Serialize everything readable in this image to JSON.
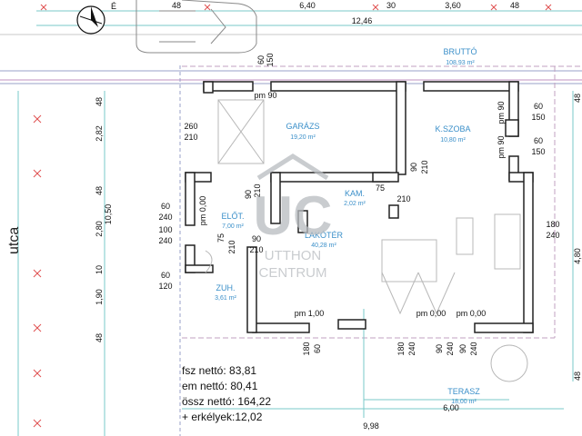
{
  "street": "utca",
  "north": "É",
  "rooms": {
    "brutto": {
      "name": "BRUTTÓ",
      "area": "108,93 m²"
    },
    "garazs": {
      "name": "GARÁZS",
      "area": "19,20 m²"
    },
    "kszoba": {
      "name": "K.SZOBA",
      "area": "10,80 m²"
    },
    "kam": {
      "name": "KAM.",
      "area": "2,02 m²"
    },
    "elot": {
      "name": "ELŐT.",
      "area": "7,00 m²"
    },
    "lakoter": {
      "name": "LAKÓTÉR",
      "area": "40,28 m²"
    },
    "zuh": {
      "name": "ZUH.",
      "area": "3,61 m²"
    },
    "terasz": {
      "name": "TERASZ",
      "area": "18,00 m²"
    }
  },
  "top_dims": [
    "48",
    "6,40",
    "30",
    "3,60",
    "48",
    "12,46"
  ],
  "left_dims": [
    "48",
    "2,82",
    "48",
    "2,80",
    "10,50",
    "10",
    "1,90",
    "48"
  ],
  "right_dims": [
    "48",
    "4,80",
    "48"
  ],
  "bottom_dims": [
    "6,00",
    "9,98"
  ],
  "openings": {
    "pm90_top": "pm 90",
    "d60_150": "60",
    "d150_top": "150",
    "d260": "260",
    "d210_a": "210",
    "d90_a": "90",
    "d210_b": "210",
    "pm090": "pm 0,00",
    "d60_a": "60",
    "d240_a": "240",
    "d100": "100",
    "d240_b": "240",
    "d60_b": "60",
    "d120": "120",
    "d75": "75",
    "d210_c": "210",
    "d90_b": "90",
    "d210_d": "210",
    "d75_b": "75",
    "d210_e": "210",
    "d90_c": "90",
    "d210_f": "210",
    "pm90_r1": "pm 90",
    "d60_r1": "60",
    "d150_r1": "150",
    "pm90_r2": "pm 90",
    "d60_r2": "60",
    "d150_r2": "150",
    "d180_r": "180",
    "d240_r": "240",
    "pm100": "pm 1,00",
    "pm000a": "pm 0,00",
    "pm000b": "pm 0,00",
    "d180_b1": "180",
    "d60_b1": "60",
    "d180_b2": "180",
    "d240_b2": "240",
    "d90_b3": "90",
    "d240_b3": "240",
    "d90_b4": "90",
    "d240_b4": "240"
  },
  "stats": [
    "fsz nettó: 83,81",
    "em nettó: 80,41",
    "össz nettó: 164,22",
    "+ erkélyek:12,02"
  ],
  "watermark": {
    "logo": "UC",
    "line1": "UTTHON",
    "line2": "CENTRUM"
  },
  "colors": {
    "wall": "#222222",
    "label": "#3a8fc9",
    "dim_line": "#7ac8c8",
    "grid": "#e05050",
    "property_line": "#9aa0c8"
  }
}
